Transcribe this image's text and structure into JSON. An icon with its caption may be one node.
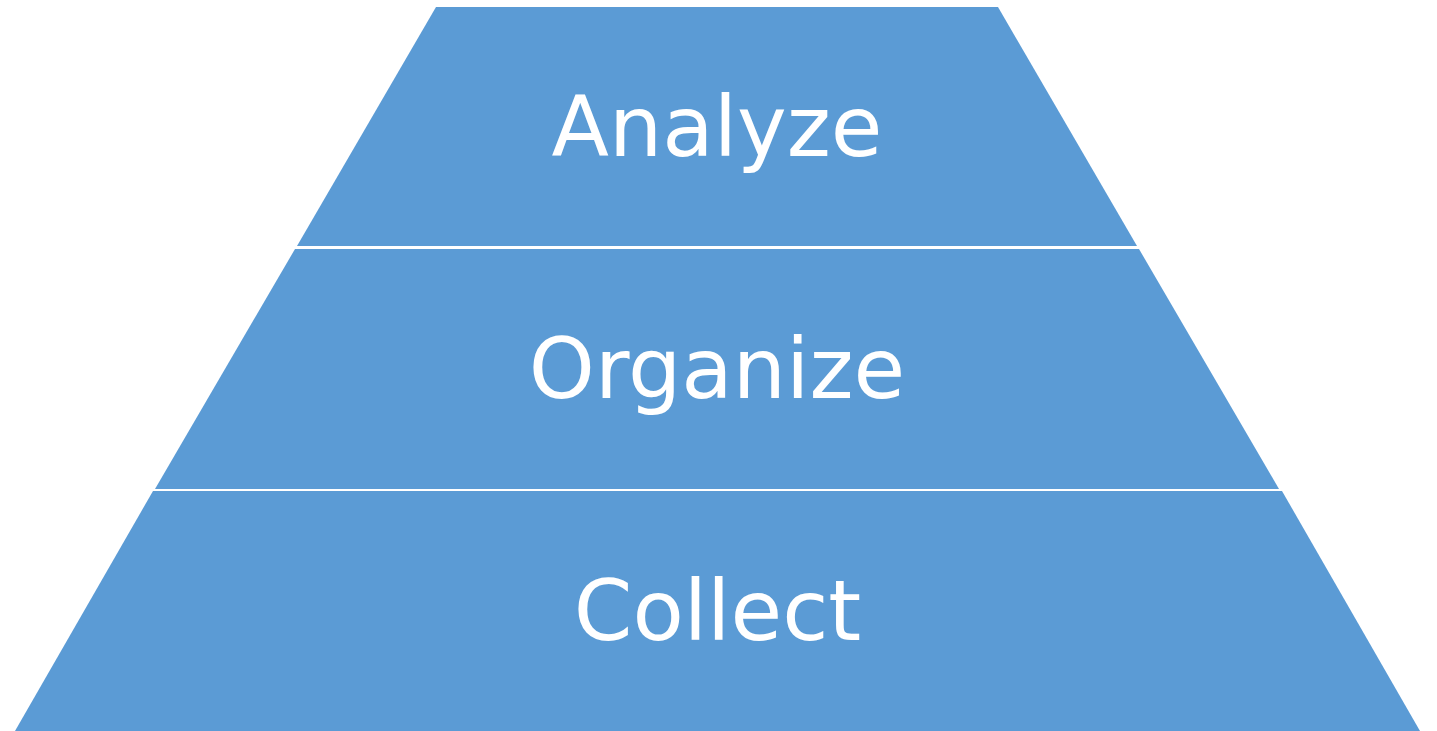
{
  "diagram": {
    "nodes": [
      {
        "text": [
          "Analyze"
        ]
      },
      {
        "text": [
          "Organize"
        ]
      },
      {
        "text": [
          "Collect"
        ]
      }
    ]
  }
}
